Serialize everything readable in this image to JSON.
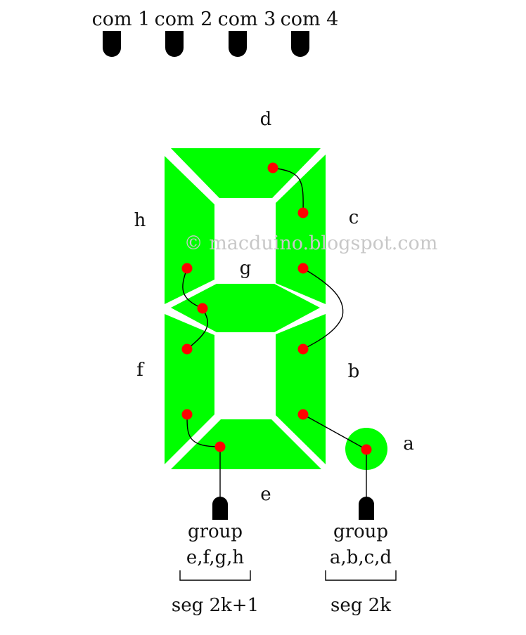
{
  "colors": {
    "segment": "#00ff00",
    "dot": "#ff0000",
    "connector": "#000000",
    "watermark": "#c8c8c8"
  },
  "commons": [
    {
      "label": "com 1"
    },
    {
      "label": "com 2"
    },
    {
      "label": "com 3"
    },
    {
      "label": "com 4"
    }
  ],
  "segment_labels": {
    "a": "a",
    "b": "b",
    "c": "c",
    "d": "d",
    "e": "e",
    "f": "f",
    "g": "g",
    "h": "h"
  },
  "watermark": "© macduino.blogspot.com",
  "groups": [
    {
      "line1": "group",
      "line2": "e,f,g,h",
      "seg_label": "seg 2k+1"
    },
    {
      "line1": "group",
      "line2": "a,b,c,d",
      "seg_label": "seg 2k"
    }
  ]
}
